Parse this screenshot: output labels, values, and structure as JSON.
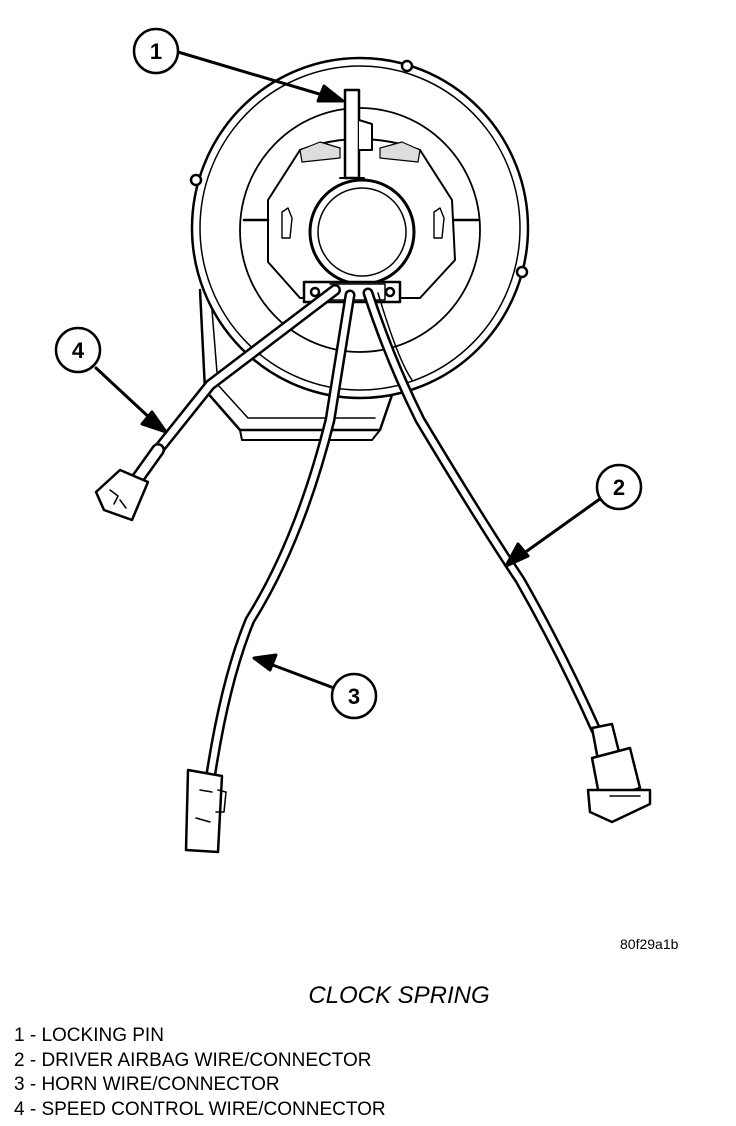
{
  "figure_code": "80f29a1b",
  "caption": "CLOCK SPRING",
  "callouts": [
    "1",
    "2",
    "3",
    "4"
  ],
  "legend": [
    {
      "number": "1",
      "text": "1 - LOCKING PIN"
    },
    {
      "number": "2",
      "text": "2 - DRIVER AIRBAG WIRE/CONNECTOR"
    },
    {
      "number": "3",
      "text": "3 - HORN WIRE/CONNECTOR"
    },
    {
      "number": "4",
      "text": "4 - SPEED CONTROL WIRE/CONNECTOR"
    }
  ]
}
